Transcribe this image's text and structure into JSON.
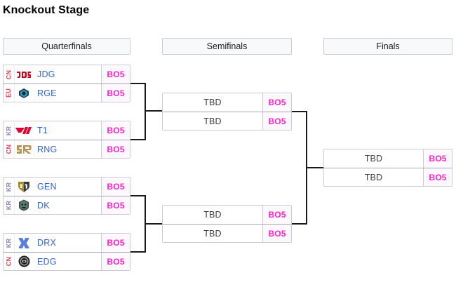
{
  "page": {
    "title": "Knockout Stage"
  },
  "rounds": [
    {
      "id": "quarterfinals",
      "label": "Quarterfinals"
    },
    {
      "id": "semifinals",
      "label": "Semifinals"
    },
    {
      "id": "finals",
      "label": "Finals"
    }
  ],
  "series_format": "BO5",
  "tbd_label": "TBD",
  "colors": {
    "team_link": "#3366cc",
    "series_badge": "#ff22cc",
    "badge_background": "#fdf8fd",
    "box_border": "#c8ccd1",
    "row_divider": "#a2a9b1",
    "header_background": "#f8f9fa",
    "connector": "#1a1a1a",
    "region_cn": "#e8405a",
    "region_eu": "#e8405a",
    "region_kr": "#8a7fc4",
    "tbd_text": "#404040"
  },
  "quarterfinals": [
    {
      "match": 1,
      "teams": [
        {
          "region": "CN",
          "name": "JDG",
          "logo": "jdg-logo",
          "format": "BO5"
        },
        {
          "region": "EU",
          "name": "RGE",
          "logo": "rge-logo",
          "format": "BO5"
        }
      ]
    },
    {
      "match": 2,
      "teams": [
        {
          "region": "KR",
          "name": "T1",
          "logo": "t1-logo",
          "format": "BO5"
        },
        {
          "region": "CN",
          "name": "RNG",
          "logo": "rng-logo",
          "format": "BO5"
        }
      ]
    },
    {
      "match": 3,
      "teams": [
        {
          "region": "KR",
          "name": "GEN",
          "logo": "gen-logo",
          "format": "BO5"
        },
        {
          "region": "KR",
          "name": "DK",
          "logo": "dk-logo",
          "format": "BO5"
        }
      ]
    },
    {
      "match": 4,
      "teams": [
        {
          "region": "KR",
          "name": "DRX",
          "logo": "drx-logo",
          "format": "BO5"
        },
        {
          "region": "CN",
          "name": "EDG",
          "logo": "edg-logo",
          "format": "BO5"
        }
      ]
    }
  ],
  "semifinals": [
    {
      "match": 1,
      "teams": [
        {
          "name": "TBD",
          "format": "BO5"
        },
        {
          "name": "TBD",
          "format": "BO5"
        }
      ]
    },
    {
      "match": 2,
      "teams": [
        {
          "name": "TBD",
          "format": "BO5"
        },
        {
          "name": "TBD",
          "format": "BO5"
        }
      ]
    }
  ],
  "finals": [
    {
      "match": 1,
      "teams": [
        {
          "name": "TBD",
          "format": "BO5"
        },
        {
          "name": "TBD",
          "format": "BO5"
        }
      ]
    }
  ]
}
